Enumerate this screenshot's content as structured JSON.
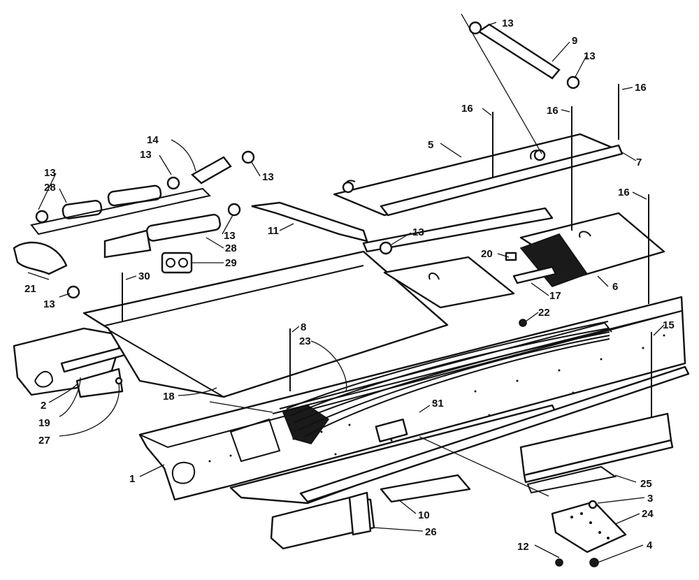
{
  "colors": {
    "line": "#111111",
    "background": "#ffffff"
  },
  "callouts": [
    {
      "id": "c13a",
      "text": "13"
    },
    {
      "id": "c9",
      "text": "9"
    },
    {
      "id": "c13b",
      "text": "13"
    },
    {
      "id": "c16a",
      "text": "16"
    },
    {
      "id": "c16b",
      "text": "16"
    },
    {
      "id": "c16c",
      "text": "16"
    },
    {
      "id": "c5",
      "text": "5"
    },
    {
      "id": "c7",
      "text": "7"
    },
    {
      "id": "c14",
      "text": "14"
    },
    {
      "id": "c13c",
      "text": "13"
    },
    {
      "id": "c13d",
      "text": "13"
    },
    {
      "id": "c13e",
      "text": "13"
    },
    {
      "id": "c28a",
      "text": "28"
    },
    {
      "id": "c16d",
      "text": "16"
    },
    {
      "id": "c13f",
      "text": "13"
    },
    {
      "id": "c11",
      "text": "11"
    },
    {
      "id": "c13g",
      "text": "13"
    },
    {
      "id": "c28b",
      "text": "28"
    },
    {
      "id": "c29",
      "text": "29"
    },
    {
      "id": "c20",
      "text": "20"
    },
    {
      "id": "c6",
      "text": "6"
    },
    {
      "id": "c17",
      "text": "17"
    },
    {
      "id": "c21",
      "text": "21"
    },
    {
      "id": "c30",
      "text": "30"
    },
    {
      "id": "c13h",
      "text": "13"
    },
    {
      "id": "c22",
      "text": "22"
    },
    {
      "id": "c8",
      "text": "8"
    },
    {
      "id": "c15",
      "text": "15"
    },
    {
      "id": "c23",
      "text": "23"
    },
    {
      "id": "c2",
      "text": "2"
    },
    {
      "id": "c19",
      "text": "19"
    },
    {
      "id": "c27",
      "text": "27"
    },
    {
      "id": "c18",
      "text": "18"
    },
    {
      "id": "c31",
      "text": "31"
    },
    {
      "id": "c1",
      "text": "1"
    },
    {
      "id": "c25",
      "text": "25"
    },
    {
      "id": "c3",
      "text": "3"
    },
    {
      "id": "c10",
      "text": "10"
    },
    {
      "id": "c24",
      "text": "24"
    },
    {
      "id": "c26",
      "text": "26"
    },
    {
      "id": "c12",
      "text": "12"
    },
    {
      "id": "c4",
      "text": "4"
    }
  ]
}
